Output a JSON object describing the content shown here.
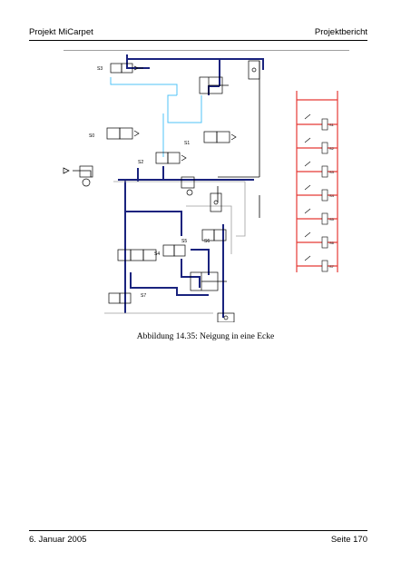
{
  "header": {
    "left": "Projekt MiCarpet",
    "right": "Projektbericht"
  },
  "figure": {
    "caption": "Abbildung 14.35: Neigung in eine Ecke",
    "valve_labels": {
      "s3": "S3",
      "s0": "S0",
      "s2": "S2",
      "s1": "S1",
      "s4": "S4",
      "s5": "S5",
      "s6": "S6",
      "s7": "S7"
    },
    "electrical_coils": [
      "S1",
      "S2",
      "S3",
      "S4",
      "S5",
      "S6",
      "S7"
    ],
    "colors": {
      "main_line": "#1a237e",
      "pilot_line": "#4fc3f7",
      "grey_line": "#9e9e9e",
      "electrical": "#e53935"
    }
  },
  "footer": {
    "left": "6. Januar 2005",
    "right": "Seite 170"
  }
}
